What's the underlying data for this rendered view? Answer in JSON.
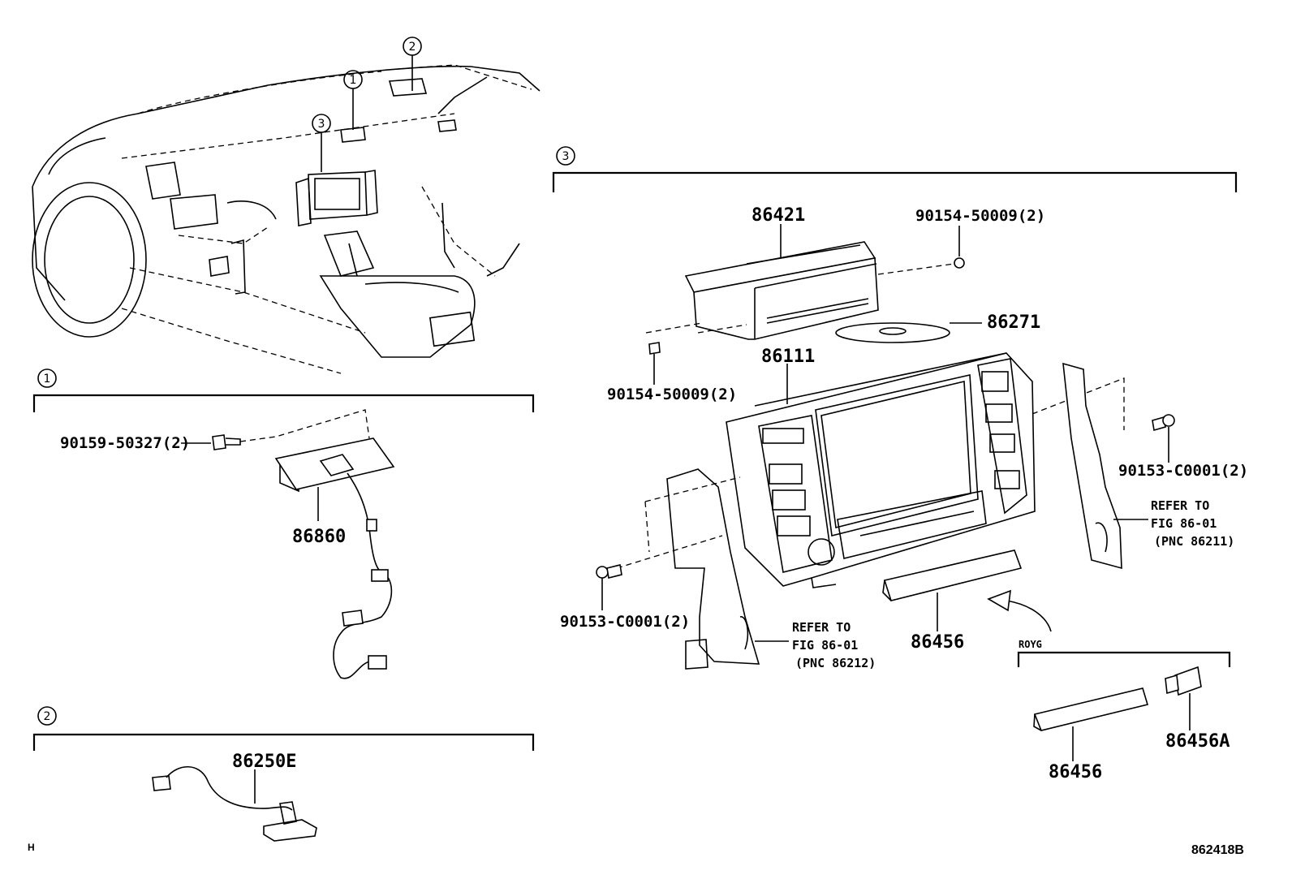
{
  "callouts": {
    "c1": "1",
    "c2": "2",
    "c3": "3"
  },
  "labels": {
    "p90159": "90159-50327(2)",
    "p86860": "86860",
    "p86250E": "86250E",
    "p86421": "86421",
    "p90154a": "90154-50009(2)",
    "p90154b": "90154-50009(2)",
    "p86271": "86271",
    "p86111": "86111",
    "p90153a": "90153-C0001(2)",
    "p90153b": "90153-C0001(2)",
    "refer1_line1": "REFER TO",
    "refer1_line2": "FIG 86-01",
    "refer1_line3": "(PNC 86211)",
    "refer2_line1": "REFER TO",
    "refer2_line2": "FIG 86-01",
    "refer2_line3": "(PNC 86212)",
    "p86456a": "86456",
    "p86456b": "86456",
    "p86456A": "86456A",
    "roy": "ROYG"
  },
  "footer": {
    "left_code": "H",
    "figure_id": "862418B"
  }
}
